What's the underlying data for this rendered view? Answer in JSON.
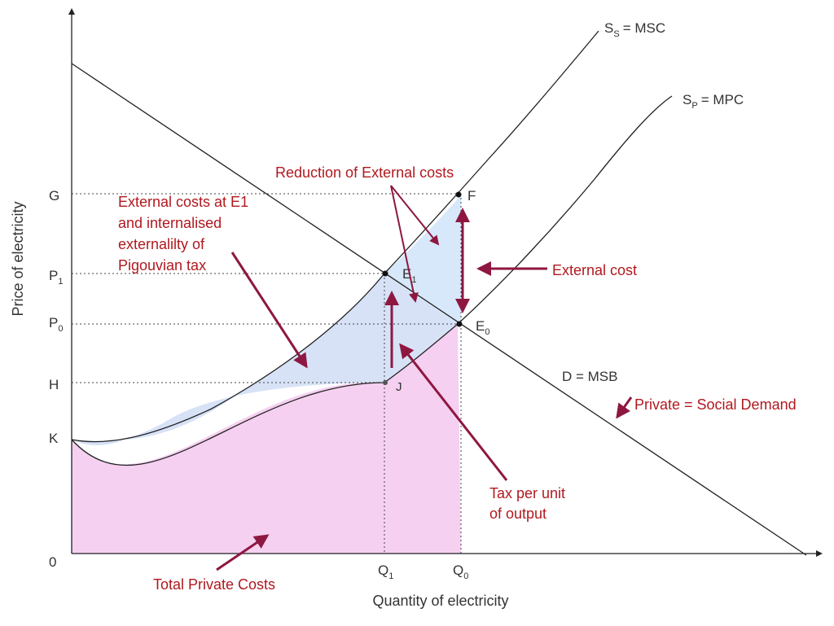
{
  "axes": {
    "x_label": "Quantity of electricity",
    "y_label": "Price of electricity",
    "origin": "0"
  },
  "y_ticks": {
    "g": "G",
    "p1": "P",
    "p1_sub": "1",
    "p0": "P",
    "p0_sub": "0",
    "h": "H",
    "k": "K"
  },
  "x_ticks": {
    "q1": "Q",
    "q1_sub": "1",
    "q0": "Q",
    "q0_sub": "0"
  },
  "curves": {
    "ss_main": "S",
    "ss_sub": "S",
    "ss_rest": "= MSC",
    "sp_main": "S",
    "sp_sub": "P",
    "sp_rest": "= MPC",
    "demand": "D = MSB"
  },
  "points": {
    "f": "F",
    "e1": "E",
    "e1_sub": "1",
    "e0": "E",
    "e0_sub": "0",
    "j": "J"
  },
  "annotations": {
    "reduction": "Reduction of External costs",
    "external_costs_line1": "External costs at E1",
    "external_costs_line2": "and internalised",
    "external_costs_line3": "externalilty of",
    "external_costs_line4": "Pigouvian tax",
    "external_cost": "External cost",
    "private_social_demand": "Private = Social Demand",
    "tax_line1": "Tax per unit",
    "tax_line2": "of output",
    "total_private_costs": "Total Private Costs"
  },
  "colors": {
    "pink_fill": "#f3c8ee",
    "blue_fill": "#d3dff6",
    "arrow": "#8e1741",
    "annotation_text": "#b0191f"
  }
}
